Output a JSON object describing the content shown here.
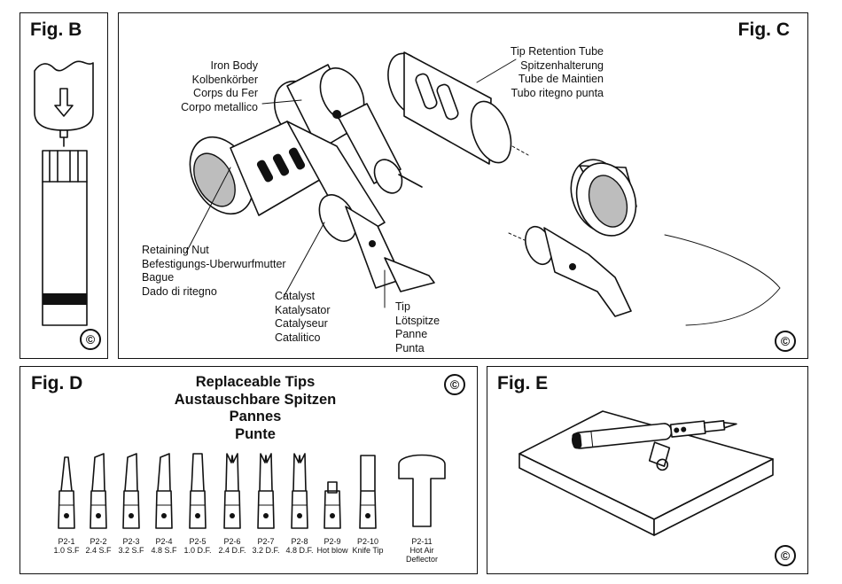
{
  "fig_b": {
    "title": "Fig. B",
    "copyright": "©"
  },
  "fig_c": {
    "title": "Fig. C",
    "copyright": "©",
    "iron_body": [
      "Iron Body",
      "Kolbenkörber",
      "Corps du Fer",
      "Corpo metallico"
    ],
    "tip_retention_tube": [
      "Tip Retention Tube",
      "Spitzenhalterung",
      "Tube de Maintien",
      "Tubo ritegno punta"
    ],
    "retaining_nut": [
      "Retaining Nut",
      "Befestigungs-Uberwurfmutter",
      "Bague",
      "Dado di ritegno"
    ],
    "catalyst": [
      "Catalyst",
      "Katalysator",
      "Catalyseur",
      "Catalitico"
    ],
    "tip": [
      "Tip",
      "Lötspitze",
      "Panne",
      "Punta"
    ]
  },
  "fig_d": {
    "title": "Fig. D",
    "copyright": "©",
    "heading": [
      "Replaceable Tips",
      "Austauschbare Spitzen",
      "Pannes",
      "Punte"
    ],
    "tips": [
      {
        "code": "P2-1",
        "desc": "1.0 S.F"
      },
      {
        "code": "P2-2",
        "desc": "2.4 S.F"
      },
      {
        "code": "P2-3",
        "desc": "3.2 S.F"
      },
      {
        "code": "P2-4",
        "desc": "4.8 S.F"
      },
      {
        "code": "P2-5",
        "desc": "1.0 D.F."
      },
      {
        "code": "P2-6",
        "desc": "2.4 D.F."
      },
      {
        "code": "P2-7",
        "desc": "3.2 D.F."
      },
      {
        "code": "P2-8",
        "desc": "4.8 D.F."
      },
      {
        "code": "P2-9",
        "desc": "Hot blow"
      },
      {
        "code": "P2-10",
        "desc": "Knife Tip"
      },
      {
        "code": "P2-11",
        "desc": "Hot Air Deflector"
      }
    ]
  },
  "fig_e": {
    "title": "Fig. E",
    "copyright": "©"
  }
}
